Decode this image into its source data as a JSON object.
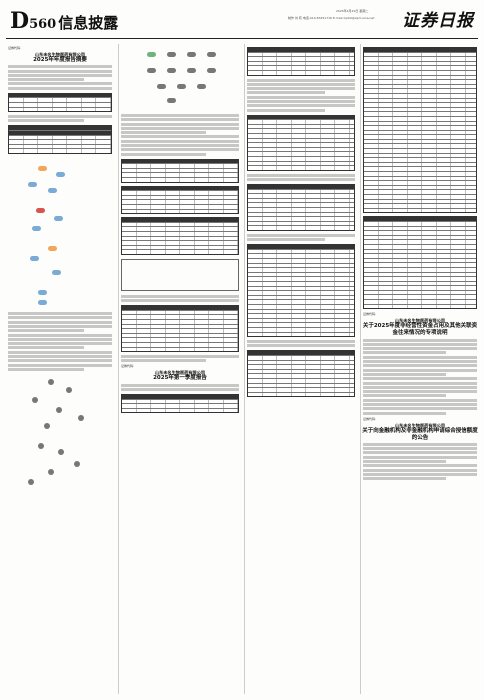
{
  "masthead": {
    "section_letter": "D",
    "section_number": "560",
    "section_title": "信息披露",
    "date_line": "2025年4月29日 星期二",
    "editor_line": "制作 刘 晓 电话:010-83251716 E-mail:zqrb9@zqrb.sina.net",
    "logo": "证券日报"
  },
  "announcements": {
    "a1": {
      "code": "证券代码:",
      "company": "山东未名生物医药有限公司",
      "title": "2025年年度报告摘要"
    },
    "a2": {
      "code": "证券代码:",
      "company": "山东未名生物医药有限公司",
      "title": "2025年第一季度报告"
    },
    "a3": {
      "code": "证券代码:",
      "company": "山东未名生物医药有限公司",
      "title": "关于2025年度非经营性资金占用及其他关联资金往来情况的专项说明"
    },
    "a4": {
      "code": "证券代码:",
      "company": "山东未名生物医药有限公司",
      "title": "关于向金融机构及非金融机构申请综合授信额度的公告"
    }
  },
  "colors": {
    "bar_blue": "#7aaad6",
    "bar_orange": "#f2a65a",
    "bar_red": "#d9534f",
    "bar_green": "#6fb37a"
  }
}
